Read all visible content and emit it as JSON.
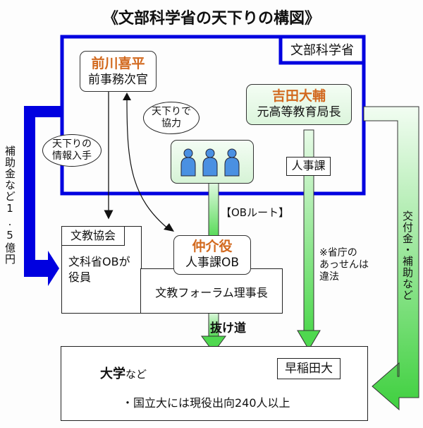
{
  "title": "《文部科学省の天下りの構図》",
  "ministry": {
    "label": "文部科学省"
  },
  "persons": {
    "maekawa": {
      "name": "前川喜平",
      "role": "前事務次官"
    },
    "yoshida": {
      "name": "吉田大輔",
      "role": "元高等教育局長"
    },
    "intermediary": {
      "name": "仲介役",
      "role": "人事課OB"
    }
  },
  "bubbles": {
    "cooperate": [
      "天下りで",
      "協力"
    ],
    "info": [
      "天下りの",
      "情報入手"
    ]
  },
  "personnel_division": "人事課",
  "ob_route": "【OBルート】",
  "bunkyo_kyokai": {
    "label": "文教協会",
    "desc": [
      "文科省OBが",
      "役員"
    ]
  },
  "bunkyo_forum": "文教フォーラム理事長",
  "shortcut": "抜け道",
  "note": [
    "※省庁の",
    "あっせんは",
    "違法"
  ],
  "subsidy_left": "補助金など1.5億円",
  "subsidy_right": "交付金・補助など",
  "university": {
    "label_main": "大学",
    "label_suffix": "など",
    "waseda": "早稲田大",
    "bullet": "・国立大には現役出向240人以上"
  },
  "colors": {
    "ministry_blue": "#0000e0",
    "name_orange": "#d2691e",
    "arrow_green": "#5fdc5f",
    "person_blue": "#4a90e2"
  }
}
